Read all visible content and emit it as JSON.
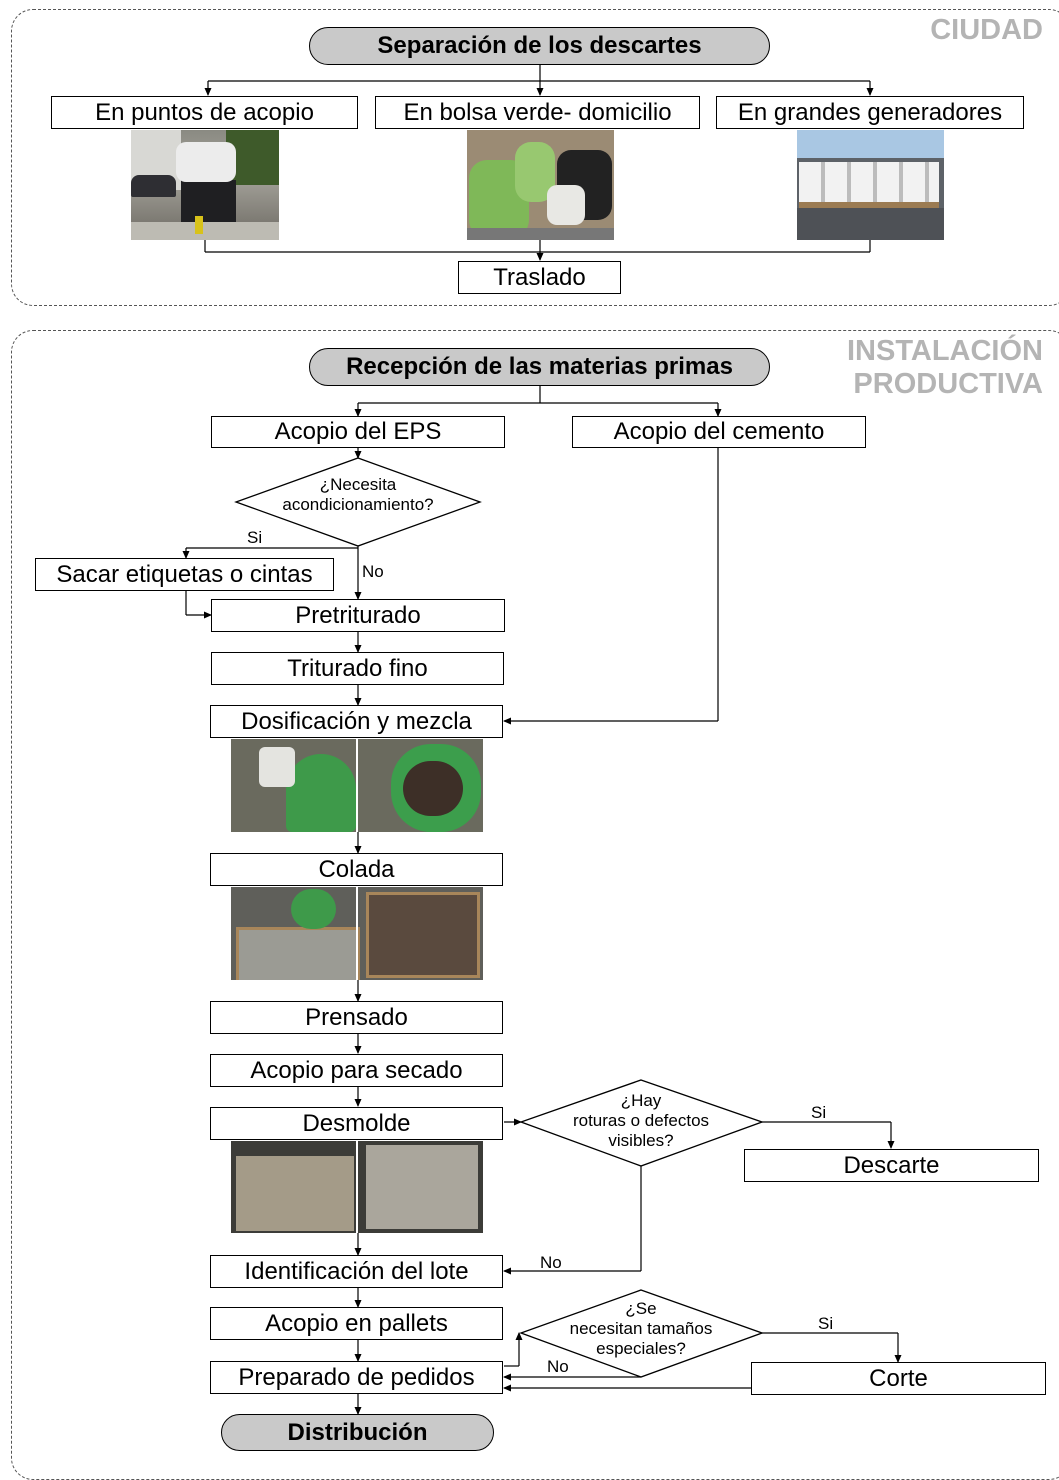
{
  "zones": {
    "city": "CIUDAD",
    "plant_line1": "INSTALACIÓN",
    "plant_line2": "PRODUCTIVA"
  },
  "city": {
    "separation": "Separación de los descartes",
    "collection_points": "En puntos de acopio",
    "green_bag": "En bolsa verde- domicilio",
    "large_generators": "En grandes generadores",
    "transfer": "Traslado"
  },
  "plant": {
    "reception": "Recepción de las materias primas",
    "eps_storage": "Acopio del EPS",
    "cement_storage": "Acopio del cemento",
    "needs_conditioning_l1": "¿Necesita",
    "needs_conditioning_l2": "acondicionamiento?",
    "yes_1": "Si",
    "no_1": "No",
    "remove_labels": "Sacar etiquetas o cintas",
    "pre_crushing": "Pretriturado",
    "fine_crushing": "Triturado fino",
    "dosing_mixing": "Dosificación y mezcla",
    "casting": "Colada",
    "pressing": "Prensado",
    "drying_storage": "Acopio para secado",
    "demolding": "Desmolde",
    "defects_l1": "¿Hay",
    "defects_l2": "roturas o defectos",
    "defects_l3": "visibles?",
    "yes_2": "Si",
    "no_2": "No",
    "discard": "Descarte",
    "batch_id": "Identificación del lote",
    "pallet_storage": "Acopio en pallets",
    "order_prep": "Preparado de pedidos",
    "special_l1": "¿Se",
    "special_l2": "necesitan tamaños",
    "special_l3": "especiales?",
    "yes_3": "Si",
    "no_3": "No",
    "cutting": "Corte",
    "distribution": "Distribución"
  },
  "colors": {
    "pill_fill": "#c9c9c9",
    "zone_label": "#b4b4b4",
    "line": "#000000"
  }
}
